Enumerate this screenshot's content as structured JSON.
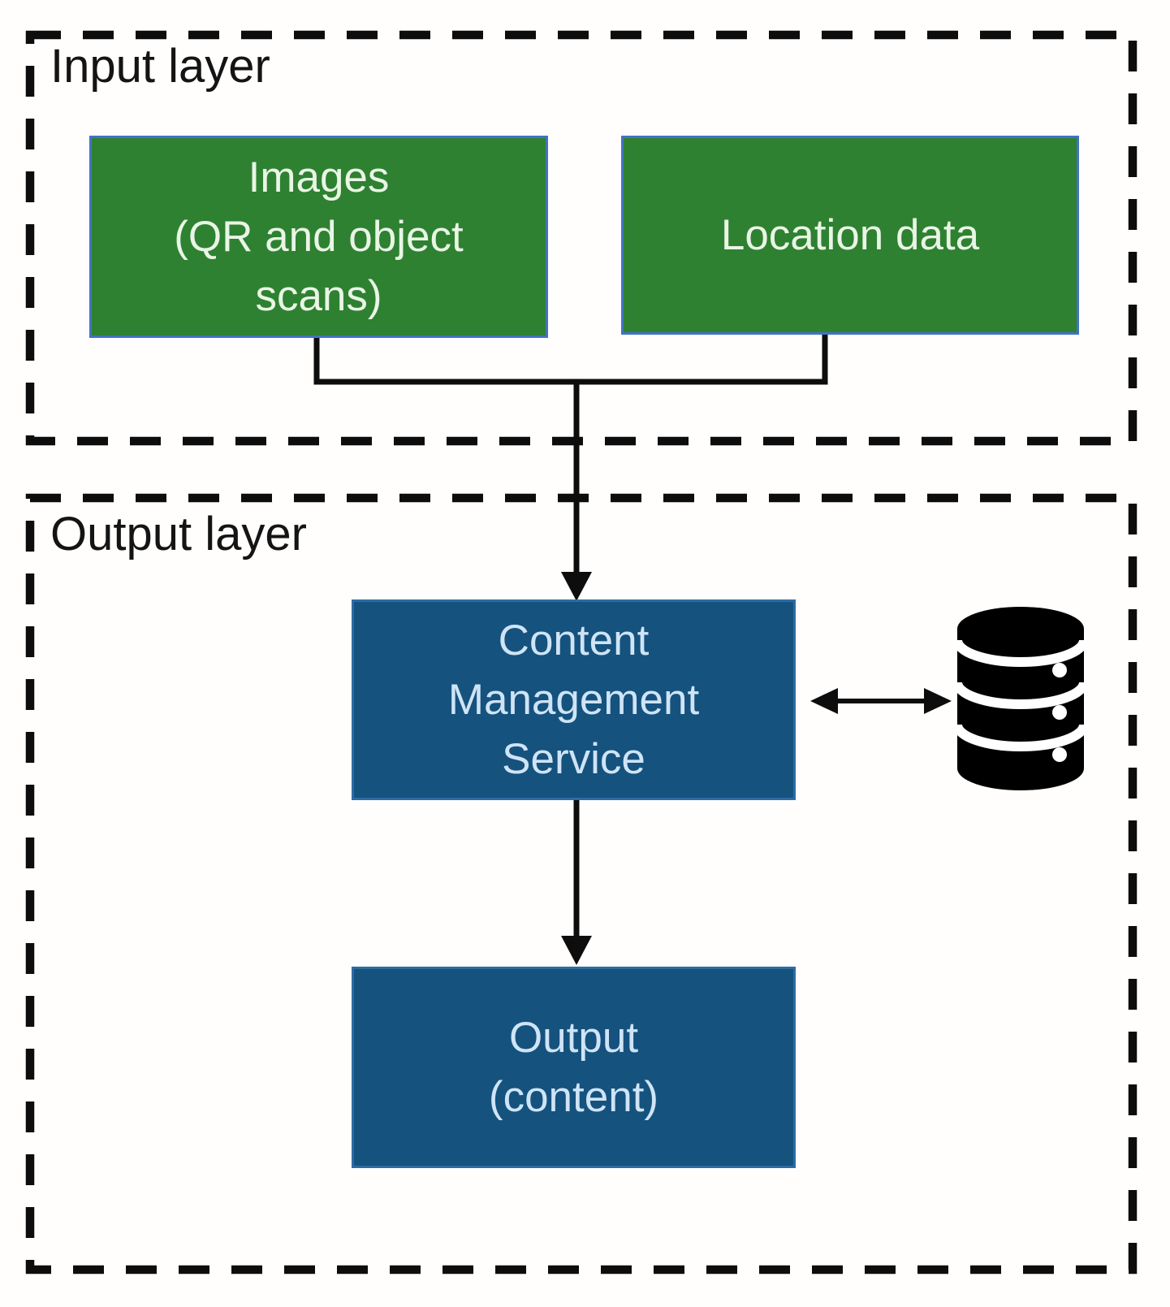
{
  "diagram": {
    "title": "Input/Output layer architecture diagram",
    "input_layer": {
      "label": "Input layer",
      "nodes": [
        {
          "id": "images",
          "lines": [
            "Images",
            "(QR and object",
            "scans)"
          ]
        },
        {
          "id": "location",
          "lines": [
            "Location data"
          ]
        }
      ]
    },
    "output_layer": {
      "label": "Output layer",
      "nodes": [
        {
          "id": "cms",
          "lines": [
            "Content",
            "Management",
            "Service"
          ]
        },
        {
          "id": "output",
          "lines": [
            "Output",
            "(content)"
          ]
        }
      ],
      "icons": [
        {
          "id": "database-icon",
          "meaning": "database / storage cylinder"
        }
      ]
    },
    "connections": [
      {
        "from": "images",
        "to": "cms",
        "type": "merged-arrow"
      },
      {
        "from": "location",
        "to": "cms",
        "type": "merged-arrow"
      },
      {
        "from": "cms",
        "to": "database",
        "type": "double-arrow"
      },
      {
        "from": "cms",
        "to": "output",
        "type": "arrow"
      }
    ],
    "colors": {
      "background": "#fffefd",
      "dashed_border": "#0d0d0d",
      "green_fill": "#2e8131",
      "green_border": "#4472c4",
      "green_text": "#e9f5e5",
      "blue_fill": "#15527e",
      "blue_border": "#2d6ca3",
      "blue_text": "#cfe4f6",
      "connector": "#0d0d0d",
      "database_icon": "#000000",
      "label_text": "#141414"
    }
  }
}
